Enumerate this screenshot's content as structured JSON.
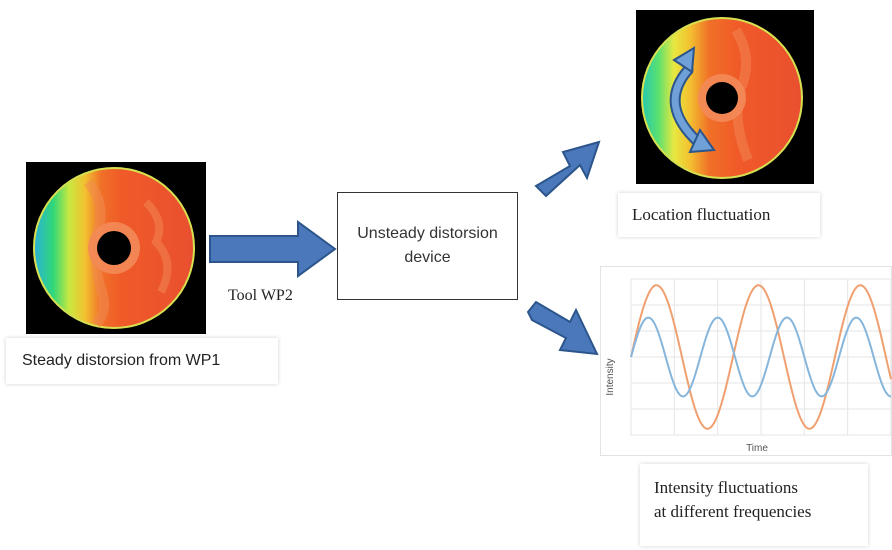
{
  "steady_caption": "Steady distorsion from WP1",
  "tool_label": "Tool WP2",
  "device_label": "Unsteady distorsion device",
  "location_caption": "Location fluctuation",
  "intensity_caption_line1": "Intensity fluctuations",
  "intensity_caption_line2": "at different frequencies",
  "chart_data": {
    "type": "line",
    "xlabel": "Time",
    "ylabel": "Intensity",
    "grid": true,
    "series": [
      {
        "color": "#f0a070",
        "amplitude": 1.0,
        "cycles": 2.55,
        "phase": 0.0
      },
      {
        "color": "#86b6dc",
        "amplitude": 0.55,
        "cycles": 3.75,
        "phase": 0.0
      }
    ]
  },
  "colors": {
    "arrow_fill": "#4a78ba",
    "arrow_stroke": "#2c558c"
  }
}
